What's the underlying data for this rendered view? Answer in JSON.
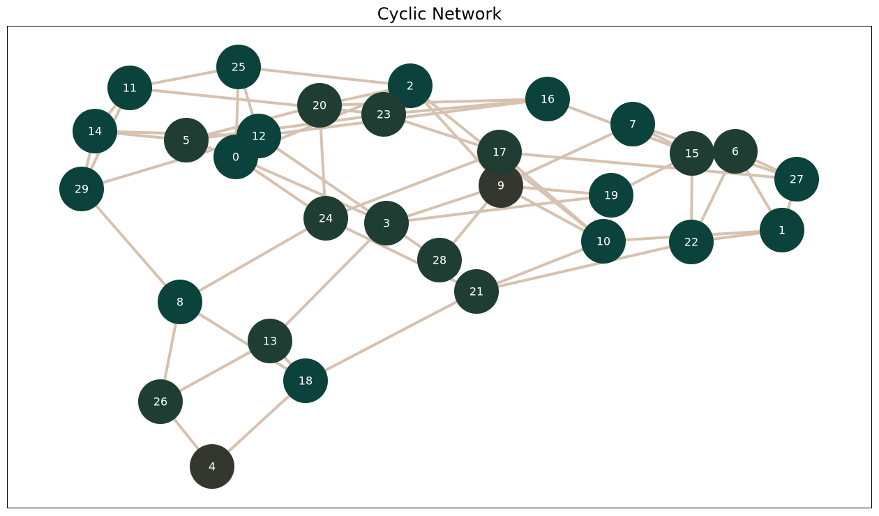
{
  "title": "Cyclic Network",
  "colors": {
    "edge": "#d6c2ae",
    "node_teal": "#0b433c",
    "node_dark": "#1f3d33",
    "node_olive": "#33372d",
    "label": "#ffffff",
    "frame": "#000000"
  },
  "nodes": [
    {
      "id": "0",
      "tone": "node_teal"
    },
    {
      "id": "1",
      "tone": "node_teal"
    },
    {
      "id": "2",
      "tone": "node_teal"
    },
    {
      "id": "3",
      "tone": "node_dark"
    },
    {
      "id": "4",
      "tone": "node_olive"
    },
    {
      "id": "5",
      "tone": "node_dark"
    },
    {
      "id": "6",
      "tone": "node_dark"
    },
    {
      "id": "7",
      "tone": "node_teal"
    },
    {
      "id": "8",
      "tone": "node_teal"
    },
    {
      "id": "9",
      "tone": "node_olive"
    },
    {
      "id": "10",
      "tone": "node_teal"
    },
    {
      "id": "11",
      "tone": "node_teal"
    },
    {
      "id": "12",
      "tone": "node_teal"
    },
    {
      "id": "13",
      "tone": "node_dark"
    },
    {
      "id": "14",
      "tone": "node_teal"
    },
    {
      "id": "15",
      "tone": "node_dark"
    },
    {
      "id": "16",
      "tone": "node_teal"
    },
    {
      "id": "17",
      "tone": "node_dark"
    },
    {
      "id": "18",
      "tone": "node_teal"
    },
    {
      "id": "19",
      "tone": "node_teal"
    },
    {
      "id": "20",
      "tone": "node_dark"
    },
    {
      "id": "21",
      "tone": "node_dark"
    },
    {
      "id": "22",
      "tone": "node_teal"
    },
    {
      "id": "23",
      "tone": "node_dark"
    },
    {
      "id": "24",
      "tone": "node_dark"
    },
    {
      "id": "25",
      "tone": "node_teal"
    },
    {
      "id": "26",
      "tone": "node_dark"
    },
    {
      "id": "27",
      "tone": "node_teal"
    },
    {
      "id": "28",
      "tone": "node_dark"
    },
    {
      "id": "29",
      "tone": "node_teal"
    }
  ],
  "edges": [
    [
      "11",
      "25"
    ],
    [
      "11",
      "14"
    ],
    [
      "11",
      "29"
    ],
    [
      "11",
      "23"
    ],
    [
      "25",
      "2"
    ],
    [
      "25",
      "12"
    ],
    [
      "25",
      "0"
    ],
    [
      "14",
      "5"
    ],
    [
      "14",
      "12"
    ],
    [
      "14",
      "29"
    ],
    [
      "29",
      "12"
    ],
    [
      "29",
      "8"
    ],
    [
      "5",
      "20"
    ],
    [
      "5",
      "0"
    ],
    [
      "5",
      "23"
    ],
    [
      "12",
      "16"
    ],
    [
      "12",
      "3"
    ],
    [
      "0",
      "2"
    ],
    [
      "0",
      "3"
    ],
    [
      "0",
      "24"
    ],
    [
      "20",
      "2"
    ],
    [
      "20",
      "16"
    ],
    [
      "20",
      "24"
    ],
    [
      "23",
      "16"
    ],
    [
      "23",
      "17"
    ],
    [
      "2",
      "9"
    ],
    [
      "2",
      "10"
    ],
    [
      "16",
      "15"
    ],
    [
      "7",
      "15"
    ],
    [
      "7",
      "9"
    ],
    [
      "17",
      "24"
    ],
    [
      "17",
      "10"
    ],
    [
      "9",
      "19"
    ],
    [
      "9",
      "3"
    ],
    [
      "9",
      "10"
    ],
    [
      "9",
      "28"
    ],
    [
      "19",
      "15"
    ],
    [
      "19",
      "3"
    ],
    [
      "27",
      "17"
    ],
    [
      "27",
      "1"
    ],
    [
      "27",
      "7"
    ],
    [
      "15",
      "22"
    ],
    [
      "6",
      "22"
    ],
    [
      "6",
      "1"
    ],
    [
      "6",
      "27"
    ],
    [
      "10",
      "1"
    ],
    [
      "10",
      "21"
    ],
    [
      "22",
      "21"
    ],
    [
      "22",
      "1"
    ],
    [
      "24",
      "21"
    ],
    [
      "24",
      "8"
    ],
    [
      "3",
      "28"
    ],
    [
      "3",
      "13"
    ],
    [
      "21",
      "18"
    ],
    [
      "8",
      "26"
    ],
    [
      "8",
      "18"
    ],
    [
      "13",
      "26"
    ],
    [
      "13",
      "18"
    ],
    [
      "26",
      "4"
    ],
    [
      "18",
      "4"
    ]
  ]
}
